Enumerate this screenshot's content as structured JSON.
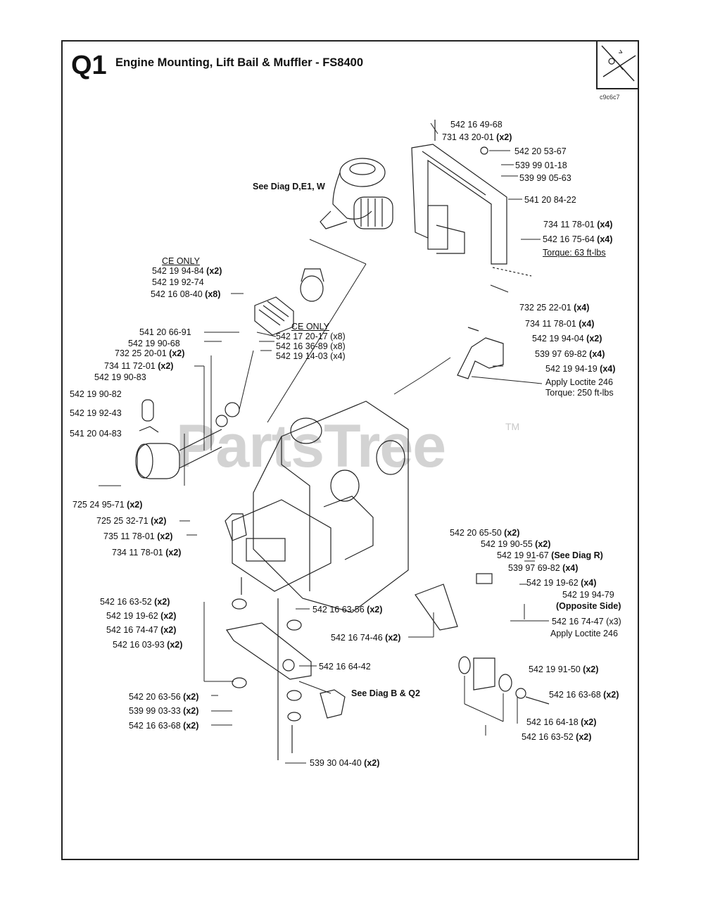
{
  "header": {
    "code": "Q1",
    "title": "Engine Mounting, Lift Bail & Muffler - FS8400",
    "date_code": "c9c6c7"
  },
  "watermark": {
    "text": "PartsTree",
    "tm": "TM"
  },
  "notes": {
    "see_diag_air": "See Diag D,E1, W",
    "ce_only_1": "CE ONLY",
    "ce_only_2": "CE ONLY",
    "torque_63": "Torque:  63 ft-lbs",
    "loctite_1": "Apply Loctite 246",
    "torque_250": "Torque: 250 ft-lbs",
    "see_diag_bq2": "See Diag B & Q2",
    "loctite_2": "Apply Loctite 246"
  },
  "labels": [
    {
      "part": "542 16 49-68",
      "qty": ""
    },
    {
      "part": "731 43 20-01",
      "qty": "(x2)"
    },
    {
      "part": "542 20 53-67",
      "qty": ""
    },
    {
      "part": "539 99 01-18",
      "qty": ""
    },
    {
      "part": "539 99 05-63",
      "qty": ""
    },
    {
      "part": "541 20 84-22",
      "qty": ""
    },
    {
      "part": "734 11 78-01",
      "qty": "(x4)"
    },
    {
      "part": "542 16 75-64",
      "qty": "(x4)"
    },
    {
      "part": "542 19 94-84",
      "qty": "(x2)"
    },
    {
      "part": "542 19 92-74",
      "qty": ""
    },
    {
      "part": "542 16 08-40",
      "qty": "(x8)"
    },
    {
      "part": "541 20 66-91",
      "qty": ""
    },
    {
      "part": "542 19 90-68",
      "qty": ""
    },
    {
      "part": "732 25 20-01",
      "qty": "(x2)"
    },
    {
      "part": "734 11 72-01",
      "qty": "(x2)"
    },
    {
      "part": "542 19 90-83",
      "qty": ""
    },
    {
      "part": "542 19 90-82",
      "qty": ""
    },
    {
      "part": "542 19 92-43",
      "qty": ""
    },
    {
      "part": "541 20 04-83",
      "qty": ""
    },
    {
      "part": "542 17 20-17",
      "qty": "(x8)"
    },
    {
      "part": "542 16 36-89",
      "qty": "(x8)"
    },
    {
      "part": "542 19 14-03",
      "qty": "(x4)"
    },
    {
      "part": "732 25 22-01",
      "qty": "(x4)"
    },
    {
      "part": "734 11 78-01",
      "qty": "(x4)"
    },
    {
      "part": "542 19 94-04",
      "qty": "(x2)"
    },
    {
      "part": "539 97 69-82",
      "qty": "(x4)"
    },
    {
      "part": "542 19 94-19",
      "qty": "(x4)"
    },
    {
      "part": "725 24 95-71",
      "qty": "(x2)"
    },
    {
      "part": "725 25 32-71",
      "qty": "(x2)"
    },
    {
      "part": "735 11 78-01",
      "qty": "(x2)"
    },
    {
      "part": "734 11 78-01",
      "qty": "(x2)"
    },
    {
      "part": "542 20 65-50",
      "qty": "(x2)"
    },
    {
      "part": "542 19 90-55",
      "qty": "(x2)"
    },
    {
      "part": "542 19 91-67",
      "qty": "(See Diag R)"
    },
    {
      "part": "539 97 69-82",
      "qty": "(x4)"
    },
    {
      "part": "542 19 19-62",
      "qty": "(x4)"
    },
    {
      "part": "542 19 94-79",
      "qty": ""
    },
    {
      "part": "",
      "qty": "(Opposite Side)"
    },
    {
      "part": "542 16 74-47",
      "qty": "(x3)"
    },
    {
      "part": "542 16 63-52",
      "qty": "(x2)"
    },
    {
      "part": "542 19 19-62",
      "qty": "(x2)"
    },
    {
      "part": "542 16 74-47",
      "qty": "(x2)"
    },
    {
      "part": "542 16 03-93",
      "qty": "(x2)"
    },
    {
      "part": "542 16 63-56",
      "qty": "(x2)"
    },
    {
      "part": "542 16 74-46",
      "qty": "(x2)"
    },
    {
      "part": "542 16 64-42",
      "qty": ""
    },
    {
      "part": "542 20 63-56",
      "qty": "(x2)"
    },
    {
      "part": "539 99 03-33",
      "qty": "(x2)"
    },
    {
      "part": "542 16 63-68",
      "qty": "(x2)"
    },
    {
      "part": "539 30 04-40",
      "qty": "(x2)"
    },
    {
      "part": "542 19 91-50",
      "qty": "(x2)"
    },
    {
      "part": "542 16 63-68",
      "qty": "(x2)"
    },
    {
      "part": "542 16 64-18",
      "qty": "(x2)"
    },
    {
      "part": "542 16 63-52",
      "qty": "(x2)"
    }
  ]
}
